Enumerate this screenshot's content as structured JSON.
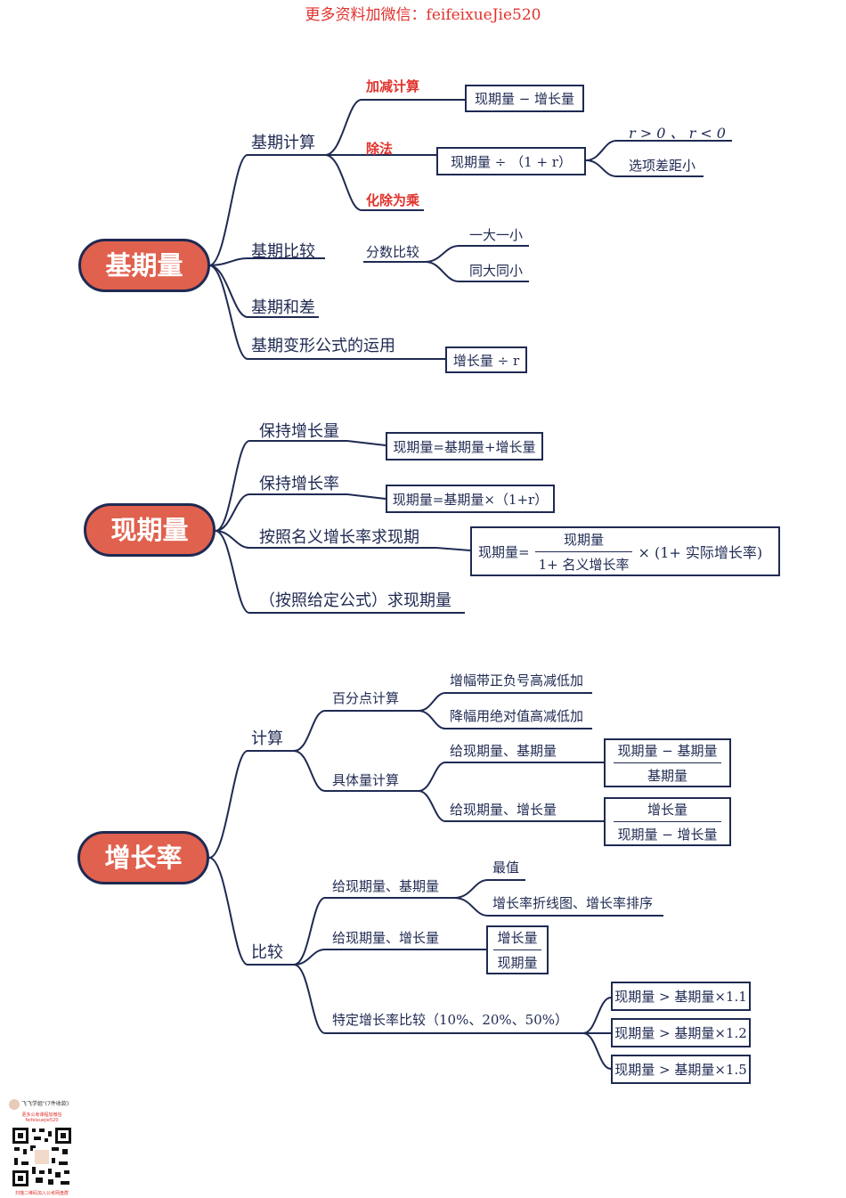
{
  "watermark": "更多资料加微信：feifeixueJie520",
  "sections": {
    "base": {
      "root": "基期量",
      "calc": {
        "label": "基期计算",
        "add_sub": "加减计算",
        "add_sub_box": "现期量 − 增长量",
        "divide": "除法",
        "divide_box": "现期量 ÷ （1 + r）",
        "r_cond": "r > 0 、 r < 0",
        "choose": "选项差距小",
        "div_to_mul": "化除为乘"
      },
      "compare": {
        "label": "基期比较",
        "fraction": "分数比较",
        "one_big_one_small": "一大一小",
        "same_big_same_small": "同大同小"
      },
      "sum_diff": "基期和差",
      "formula": {
        "label": "基期变形公式的运用",
        "box": "增长量 ÷ r"
      }
    },
    "current": {
      "root": "现期量",
      "keep_inc": {
        "label": "保持增长量",
        "box": "现期量=基期量+增长量"
      },
      "keep_rate": {
        "label": "保持增长率",
        "box": "现期量=基期量×（1+r）"
      },
      "nominal": {
        "label": "按照名义增长率求现期",
        "lhs": "现期量=",
        "num": "现期量",
        "den": "1+ 名义增长率",
        "rhs": "× (1+ 实际增长率)"
      },
      "given": "（按照给定公式）求现期量"
    },
    "rate": {
      "root": "增长率",
      "calc": {
        "label": "计算",
        "pct": {
          "label": "百分点计算",
          "rule1": "增幅带正负号高减低加",
          "rule2": "降幅用绝对值高减低加"
        },
        "specific": {
          "label": "具体量计算",
          "given1": "给现期量、基期量",
          "frac1_num": "现期量 − 基期量",
          "frac1_den": "基期量",
          "given2": "给现期量、增长量",
          "frac2_num": "增长量",
          "frac2_den": "现期量 − 增长量"
        }
      },
      "compare": {
        "label": "比较",
        "given1": {
          "label": "给现期量、基期量",
          "max": "最值",
          "line": "增长率折线图、增长率排序"
        },
        "given2": {
          "label": "给现期量、增长量",
          "num": "增长量",
          "den": "现期量"
        },
        "specific": {
          "label": "特定增长率比较（10%、20%、50%）",
          "c1": "现期量 > 基期量×1.1",
          "c2": "现期量 > 基期量×1.2",
          "c3": "现期量 > 基期量×1.5"
        }
      }
    }
  },
  "qr": {
    "title": "飞飞学姐\"(7件收款)",
    "line1": "更多公考课程加微信",
    "line2": "feifeixuejie520",
    "footer": "扫描二维码加入公考网盘群"
  }
}
